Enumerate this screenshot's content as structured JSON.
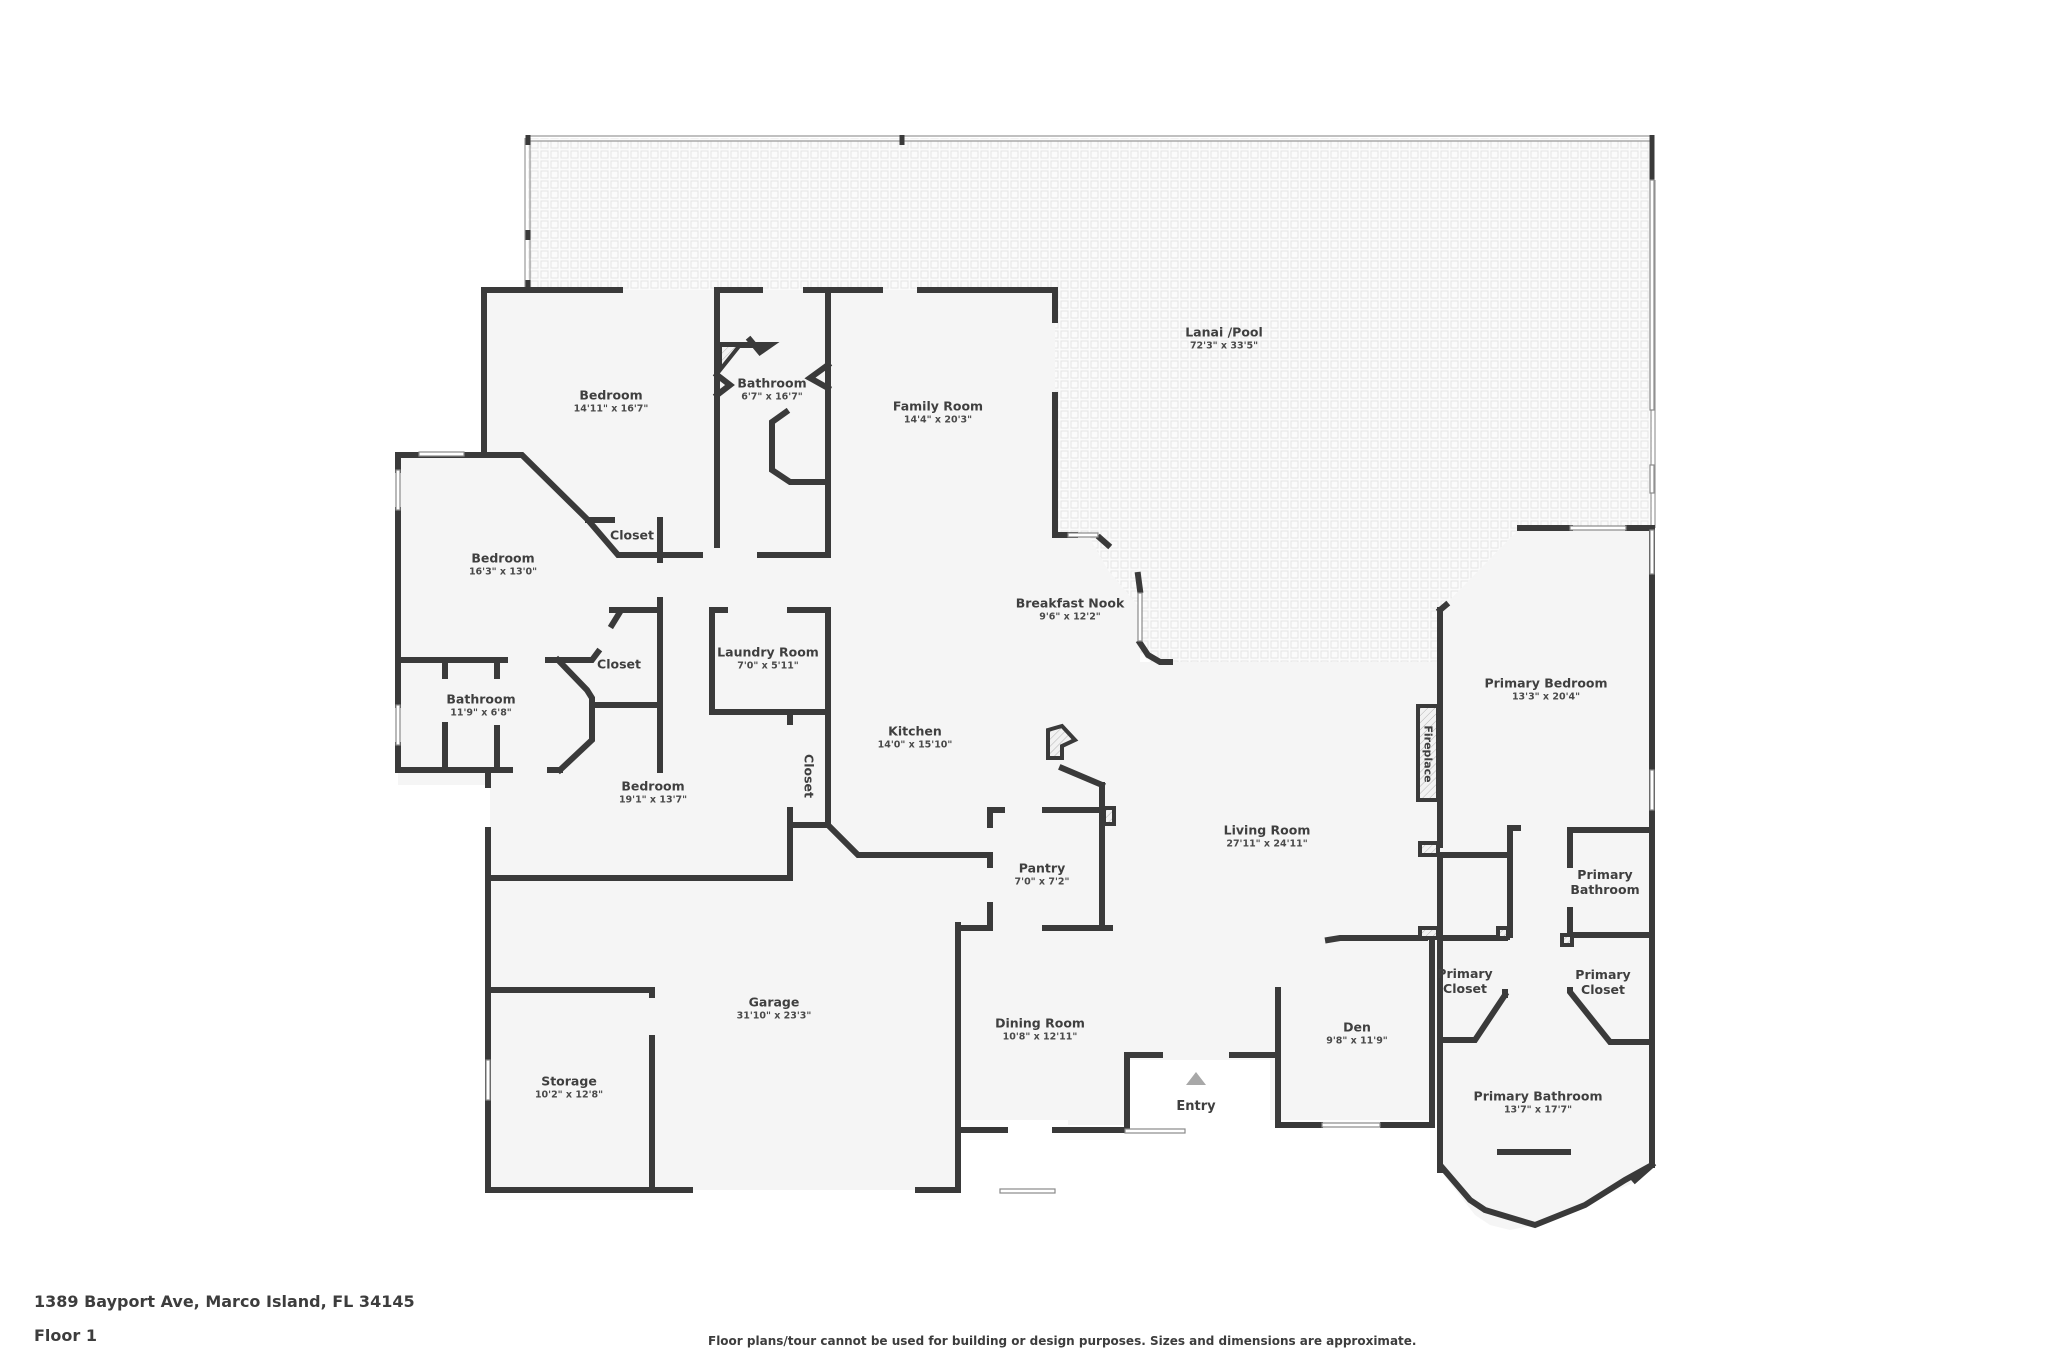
{
  "listing": {
    "address": "1389 Bayport Ave, Marco Island, FL 34145",
    "floor": "Floor 1",
    "disclaimer": "Floor plans/tour cannot be used for building or design purposes. Sizes and dimensions are approximate."
  },
  "colors": {
    "wall": "#3a3a3a",
    "room_fill": "#f5f5f5",
    "lanai_tile": "#e6e6e6",
    "window": "#ffffff",
    "entry_arrow": "#a8a8a8",
    "text": "#3d3d3d"
  },
  "entry": {
    "label": "Entry",
    "icon": "triangle-up-arrow-icon"
  },
  "rooms": {
    "lanai": {
      "name": "Lanai /Pool",
      "dim": "72'3\" x 33'5\""
    },
    "bedroom_nw": {
      "name": "Bedroom",
      "dim": "14'11\" x 16'7\""
    },
    "bathroom_n": {
      "name": "Bathroom",
      "dim": "6'7\" x 16'7\""
    },
    "family_room": {
      "name": "Family Room",
      "dim": "14'4\" x 20'3\""
    },
    "bedroom_w": {
      "name": "Bedroom",
      "dim": "16'3\" x 13'0\""
    },
    "closet_w1": {
      "name": "Closet"
    },
    "closet_w2": {
      "name": "Closet"
    },
    "laundry": {
      "name": "Laundry Room",
      "dim": "7'0\" x 5'11\""
    },
    "bathroom_w": {
      "name": "Bathroom",
      "dim": "11'9\" x 6'8\""
    },
    "bedroom_sw": {
      "name": "Bedroom",
      "dim": "19'1\" x 13'7\""
    },
    "closet_hall": {
      "name": "Closet"
    },
    "breakfast_nook": {
      "name": "Breakfast Nook",
      "dim": "9'6\" x 12'2\""
    },
    "kitchen": {
      "name": "Kitchen",
      "dim": "14'0\" x 15'10\""
    },
    "primary_bedroom": {
      "name": "Primary Bedroom",
      "dim": "13'3\" x 20'4\""
    },
    "fireplace": {
      "name": "Fireplace"
    },
    "living_room": {
      "name": "Living Room",
      "dim": "27'11\" x 24'11\""
    },
    "pantry": {
      "name": "Pantry",
      "dim": "7'0\" x 7'2\""
    },
    "primary_bath_small": {
      "name": "Primary\nBathroom"
    },
    "primary_closet_l": {
      "name": "Primary\nCloset"
    },
    "primary_closet_r": {
      "name": "Primary\nCloset"
    },
    "garage": {
      "name": "Garage",
      "dim": "31'10\" x 23'3\""
    },
    "storage": {
      "name": "Storage",
      "dim": "10'2\" x 12'8\""
    },
    "dining_room": {
      "name": "Dining Room",
      "dim": "10'8\" x 12'11\""
    },
    "den": {
      "name": "Den",
      "dim": "9'8\" x 11'9\""
    },
    "primary_bathroom": {
      "name": "Primary Bathroom",
      "dim": "13'7\" x 17'7\""
    }
  }
}
